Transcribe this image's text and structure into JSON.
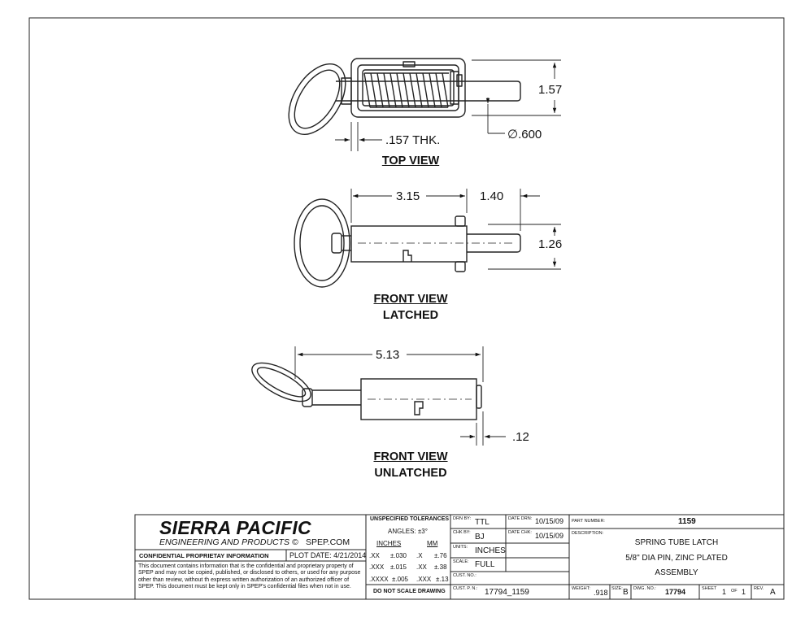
{
  "views": {
    "top": {
      "title": "TOP VIEW",
      "dims": {
        "height": "1.57",
        "diameter_symbol": "∅",
        "diameter": ".600",
        "thickness": ".157 THK."
      }
    },
    "front_latched": {
      "title": "FRONT VIEW",
      "subtitle": "LATCHED",
      "dims": {
        "body_length": "3.15",
        "pin_extension": "1.40",
        "height": "1.26"
      }
    },
    "front_unlatched": {
      "title": "FRONT VIEW",
      "subtitle": "UNLATCHED",
      "dims": {
        "overall_length": "5.13",
        "tip": ".12"
      }
    }
  },
  "title_block": {
    "company": "SIERRA PACIFIC",
    "company_sub": "ENGINEERING AND PRODUCTS",
    "copyright_symbol": "©",
    "website": "SPEP.COM",
    "confidential_label": "CONFIDENTIAL PROPRIETAY INFORMATION",
    "plot_date": "PLOT DATE: 4/21/2014",
    "confidential_text": "This document contains information that is the confidential and proprietary property of SPEP and may not be copied, published, or disclosed to others, or used for any purpose other than review, without th express written authorization of an authorized officer of SPEP. This document must be kept only in SPEP's confidential files when not in use.",
    "tolerances": {
      "header": "UNSPECIFIED TOLERANCES",
      "angles": "ANGLES: ±3°",
      "inches_label": "INCHES",
      "mm_label": "MM",
      "rows": [
        {
          "in_place": ".XX",
          "in_tol": "±.030",
          "mm_place": ".X",
          "mm_tol": "±.76"
        },
        {
          "in_place": ".XXX",
          "in_tol": "±.015",
          "mm_place": ".XX",
          "mm_tol": "±.38"
        },
        {
          "in_place": ".XXXX",
          "in_tol": "±.005",
          "mm_place": ".XXX",
          "mm_tol": "±.13"
        }
      ],
      "note": "DO NOT SCALE DRAWING"
    },
    "drn_by_label": "DRN BY:",
    "drn_by": "TTL",
    "date_drn_label": "DATE DRN:",
    "date_drn": "10/15/09",
    "chk_by_label": "CHK BY:",
    "chk_by": "BJ",
    "date_chk_label": "DATE CHK:",
    "date_chk": "10/15/09",
    "units_label": "UNITS:",
    "units": "INCHES",
    "scale_label": "SCALE:",
    "scale": "FULL",
    "cust_no_label": "CUST. NO.:",
    "cust_pn_label": "CUST. P. N.:",
    "cust_pn": "17794_1159",
    "part_number_label": "PART NUMBER:",
    "part_number": "1159",
    "description_label": "DESCRIPTION:",
    "description": [
      "SPRING TUBE LATCH",
      "5/8\" DIA PIN, ZINC PLATED",
      "ASSEMBLY"
    ],
    "weight_label": "WEIGHT:",
    "weight": ".918",
    "size_label": "SIZE:",
    "size": "B",
    "dwg_no_label": "DWG. NO.:",
    "dwg_no": "17794",
    "sheet_label": "SHEET",
    "sheet": "1",
    "of_label": "OF",
    "sheet_total": "1",
    "rev_label": "REV.",
    "rev": "A"
  }
}
